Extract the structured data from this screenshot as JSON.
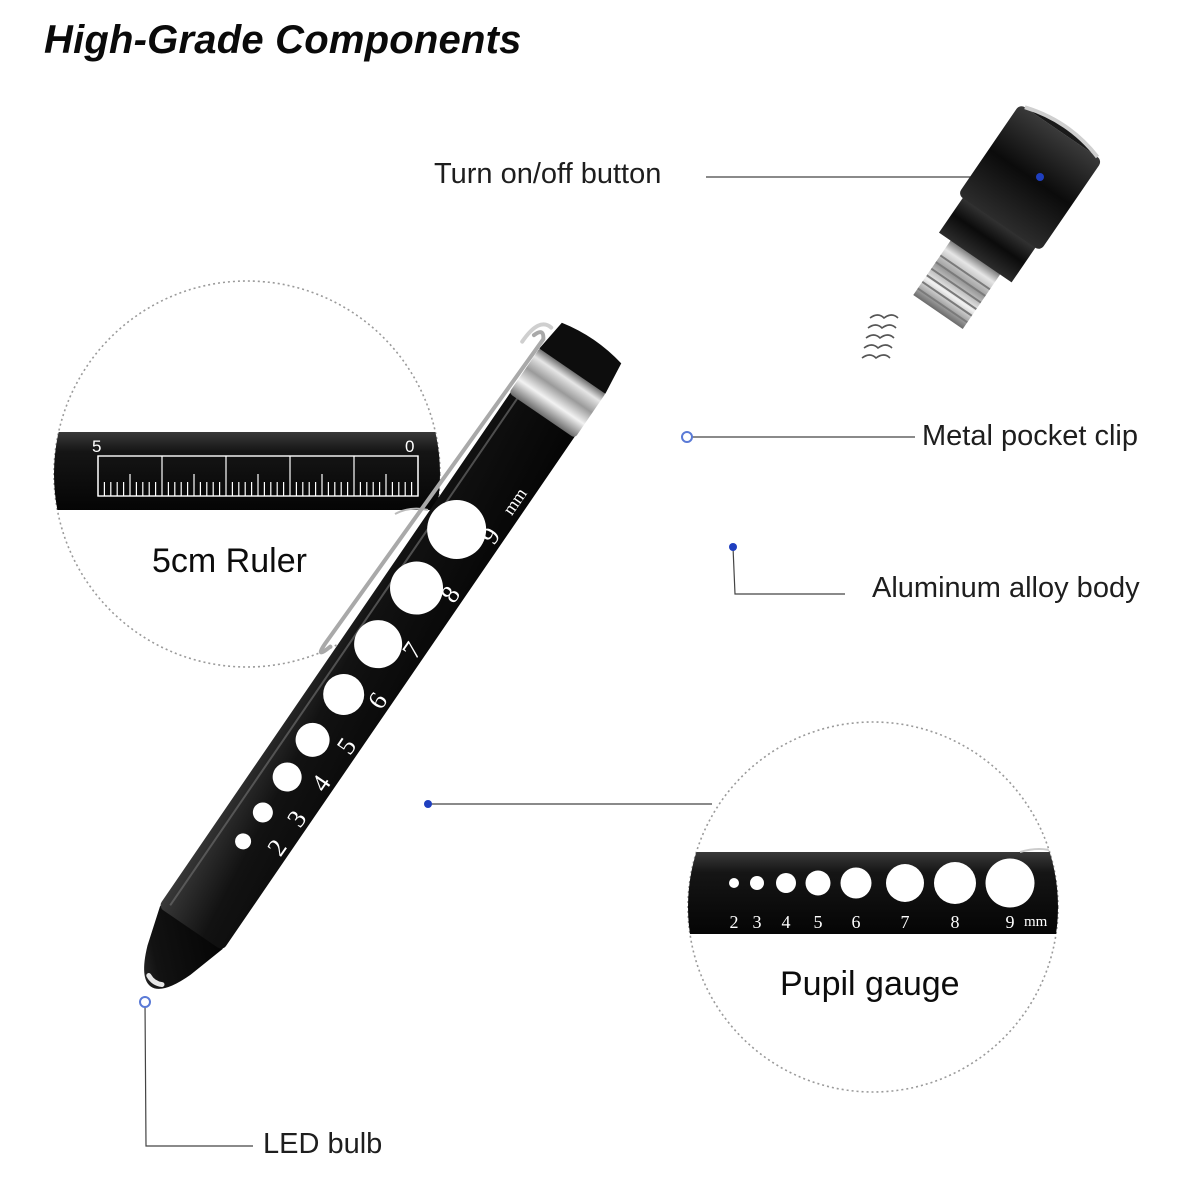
{
  "title": "High-Grade Components",
  "callouts": {
    "button": "Turn on/off button",
    "clip": "Metal pocket clip",
    "body": "Aluminum alloy body",
    "led": "LED bulb"
  },
  "ruler_inset": {
    "label": "5cm Ruler",
    "scale_left": "5",
    "scale_right": "0"
  },
  "pupil_inset": {
    "label": "Pupil gauge",
    "sizes": [
      "2",
      "3",
      "4",
      "5",
      "6",
      "7",
      "8",
      "9"
    ],
    "unit": "mm"
  },
  "pen_gauge": {
    "sizes": [
      "2",
      "3",
      "4",
      "5",
      "6",
      "7",
      "8",
      "9"
    ],
    "unit": "mm"
  },
  "colors": {
    "pen_body": "#111111",
    "marker_dot": "#1f3fbf",
    "leader_line": "#444444"
  }
}
